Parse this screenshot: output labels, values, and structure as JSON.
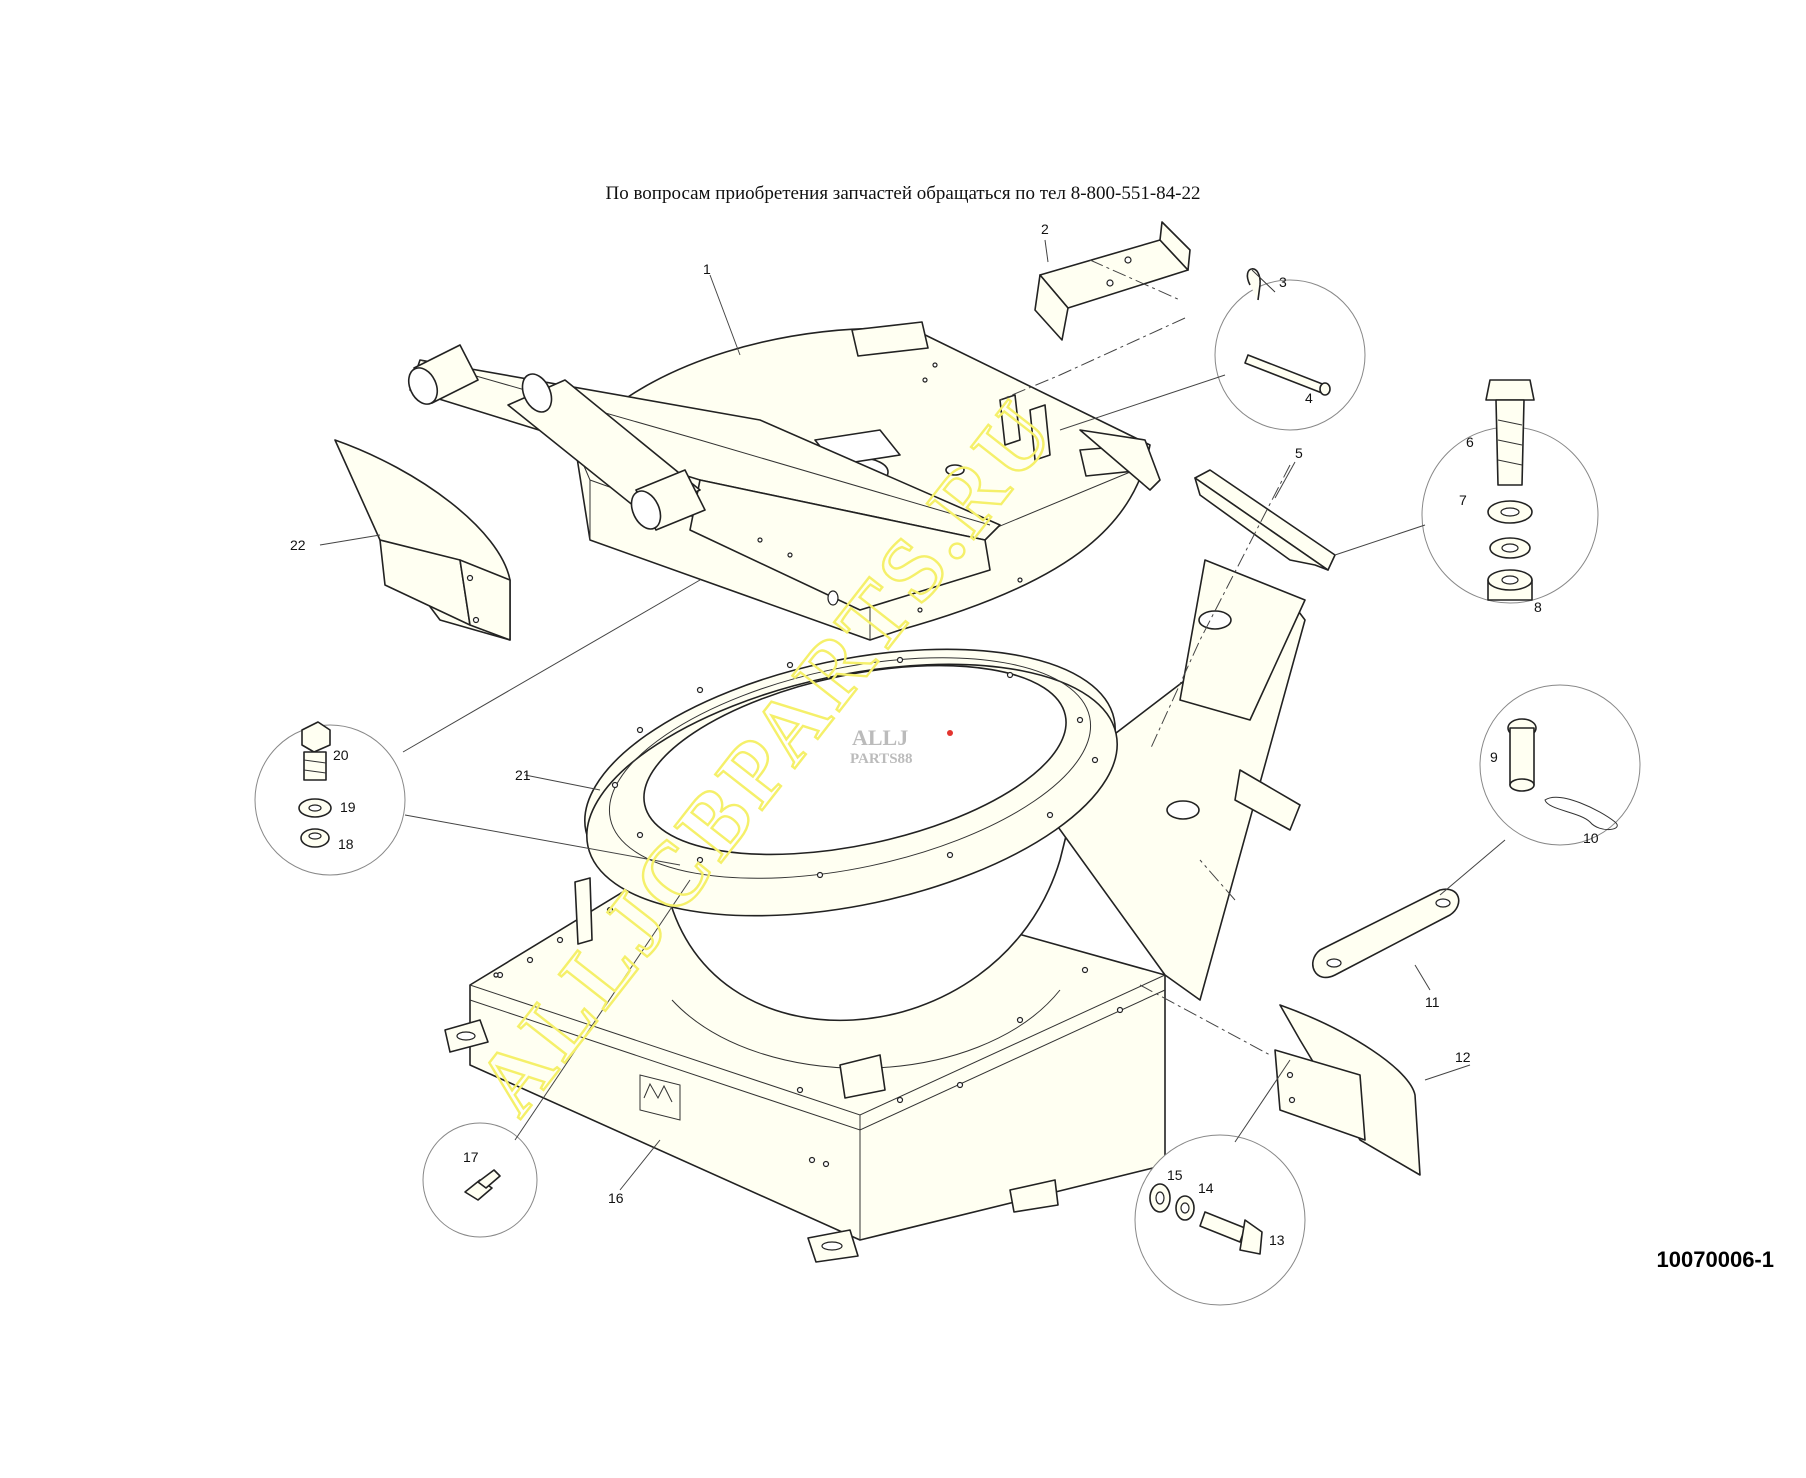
{
  "header": {
    "text": "По вопросам приобретения запчастей обращаться по тел 8-800-551-84-22"
  },
  "drawing_id": "10070006-1",
  "watermark": {
    "text": "ALLJCBPARTS.RU",
    "color": "#f5f06a"
  },
  "logo": {
    "line1": "ALLJ",
    "line2": "PARTS88"
  },
  "callouts": [
    {
      "id": "part-1",
      "number": "1"
    },
    {
      "id": "part-2",
      "number": "2"
    },
    {
      "id": "part-3",
      "number": "3"
    },
    {
      "id": "part-4",
      "number": "4"
    },
    {
      "id": "part-5",
      "number": "5"
    },
    {
      "id": "part-6",
      "number": "6"
    },
    {
      "id": "part-7",
      "number": "7"
    },
    {
      "id": "part-8",
      "number": "8"
    },
    {
      "id": "part-9",
      "number": "9"
    },
    {
      "id": "part-10",
      "number": "10"
    },
    {
      "id": "part-11",
      "number": "11"
    },
    {
      "id": "part-12",
      "number": "12"
    },
    {
      "id": "part-13",
      "number": "13"
    },
    {
      "id": "part-14",
      "number": "14"
    },
    {
      "id": "part-15",
      "number": "15"
    },
    {
      "id": "part-16",
      "number": "16"
    },
    {
      "id": "part-17",
      "number": "17"
    },
    {
      "id": "part-18",
      "number": "18"
    },
    {
      "id": "part-19",
      "number": "19"
    },
    {
      "id": "part-20",
      "number": "20"
    },
    {
      "id": "part-21",
      "number": "21"
    },
    {
      "id": "part-22",
      "number": "22"
    }
  ]
}
